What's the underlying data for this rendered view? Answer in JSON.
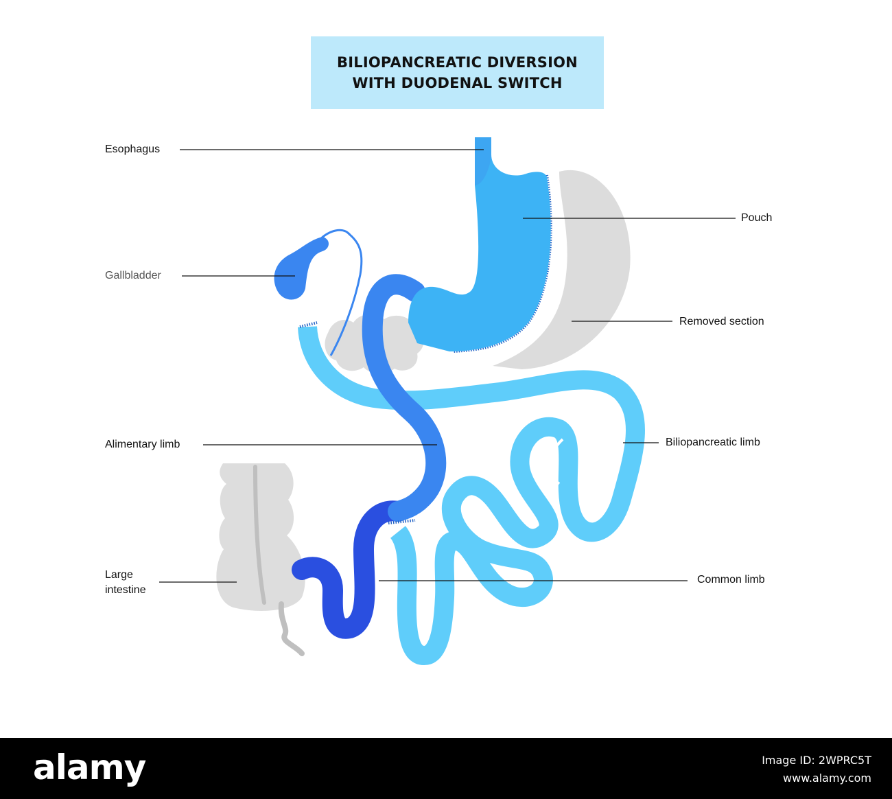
{
  "title": {
    "line1": "BILIOPANCREATIC DIVERSION",
    "line2": "WITH DUODENAL SWITCH"
  },
  "labels": {
    "esophagus": "Esophagus",
    "gallbladder": "Gallbladder",
    "alimentary_limb": "Alimentary limb",
    "large_intestine_1": "Large",
    "large_intestine_2": "intestine",
    "pouch": "Pouch",
    "removed_section": "Removed section",
    "biliopancreatic_limb": "Biliopancreatic limb",
    "common_limb": "Common limb"
  },
  "colors": {
    "title_bg": "#bde9fb",
    "pouch": "#3db3f5",
    "alimentary": "#3a86f0",
    "common": "#2a4fe0",
    "biliopancreatic": "#5fcdfa",
    "removed": "#dcdcdc",
    "gallbladder": "#3a86f0"
  },
  "footer": {
    "brand": "alamy",
    "image_id": "Image ID: 2WPRC5T",
    "site": "www.alamy.com"
  }
}
